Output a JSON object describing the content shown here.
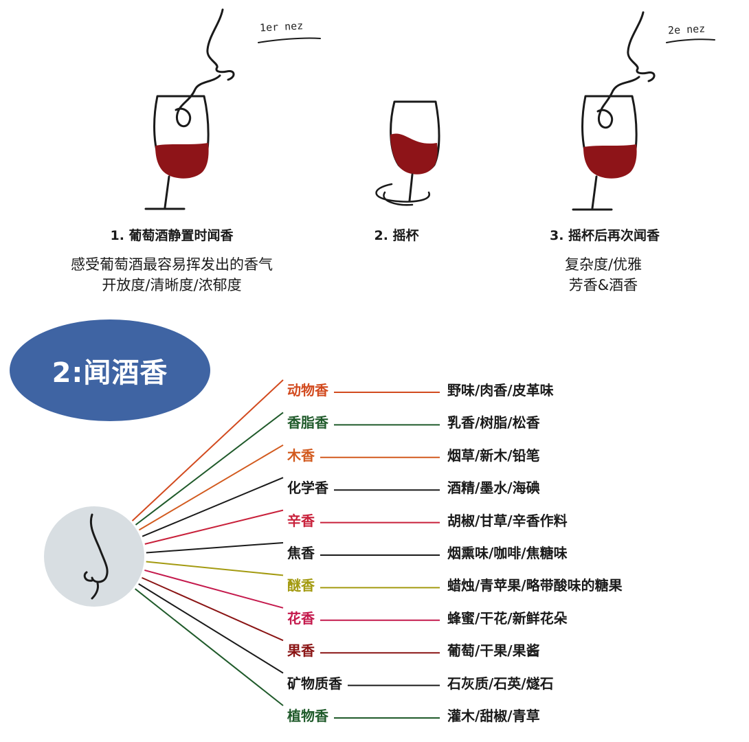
{
  "steps": [
    {
      "title": "1. 葡萄酒静置时闻香",
      "desc_lines": [
        "感受葡萄酒最容易挥发出的香气",
        "开放度/清晰度/浓郁度"
      ],
      "hand_label": "1er nez"
    },
    {
      "title": "2. 摇杯",
      "desc_lines": [],
      "hand_label": ""
    },
    {
      "title": "3. 摇杯后再次闻香",
      "desc_lines": [
        "复杂度/优雅",
        "芳香&酒香"
      ],
      "hand_label": "2e nez"
    }
  ],
  "section_title": "2:闻酒香",
  "aromas": [
    {
      "name": "动物香",
      "examples": "野味/肉香/皮革味",
      "color": "#d24a1e"
    },
    {
      "name": "香脂香",
      "examples": "乳香/树脂/松香",
      "color": "#1f5a2a"
    },
    {
      "name": "木香",
      "examples": "烟草/新木/铅笔",
      "color": "#d25a1e"
    },
    {
      "name": "化学香",
      "examples": "酒精/墨水/海碘",
      "color": "#1a1a1a"
    },
    {
      "name": "辛香",
      "examples": "胡椒/甘草/辛香作料",
      "color": "#c8203a"
    },
    {
      "name": "焦香",
      "examples": "烟熏味/咖啡/焦糖味",
      "color": "#1a1a1a"
    },
    {
      "name": "醚香",
      "examples": "蜡烛/青苹果/略带酸味的糖果",
      "color": "#a39a10"
    },
    {
      "name": "花香",
      "examples": "蜂蜜/干花/新鲜花朵",
      "color": "#c4194c"
    },
    {
      "name": "果香",
      "examples": "葡萄/干果/果酱",
      "color": "#8a1414"
    },
    {
      "name": "矿物质香",
      "examples": "石灰质/石英/燧石",
      "color": "#1a1a1a"
    },
    {
      "name": "植物香",
      "examples": "灌木/甜椒/青草",
      "color": "#1f5a2a"
    }
  ],
  "colors": {
    "wine": "#8e1418",
    "badge": "#3f64a3",
    "nose_circle": "#d8dee2"
  }
}
